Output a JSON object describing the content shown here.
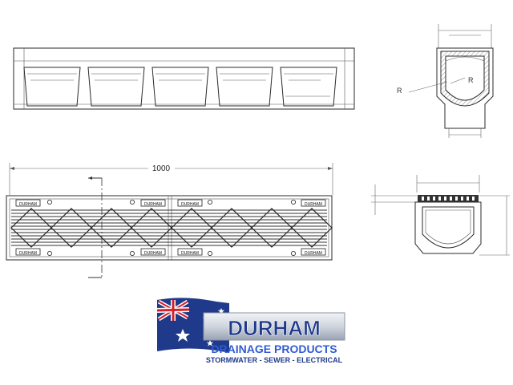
{
  "drawing": {
    "dimension_length": "1000",
    "radius_label_left": "R",
    "radius_label_right": "R",
    "grate_stamp_text": "DURHAM"
  },
  "brand": {
    "name": "DURHAM",
    "tagline": "DRAINAGE PRODUCTS",
    "subtagline": "STORMWATER - SEWER - ELECTRICAL",
    "colors": {
      "navy": "#1f3a8a",
      "blue": "#2f5bd3",
      "flag_red": "#d21f2b",
      "flag_white": "#ffffff",
      "silver": "#cfd5df"
    }
  }
}
